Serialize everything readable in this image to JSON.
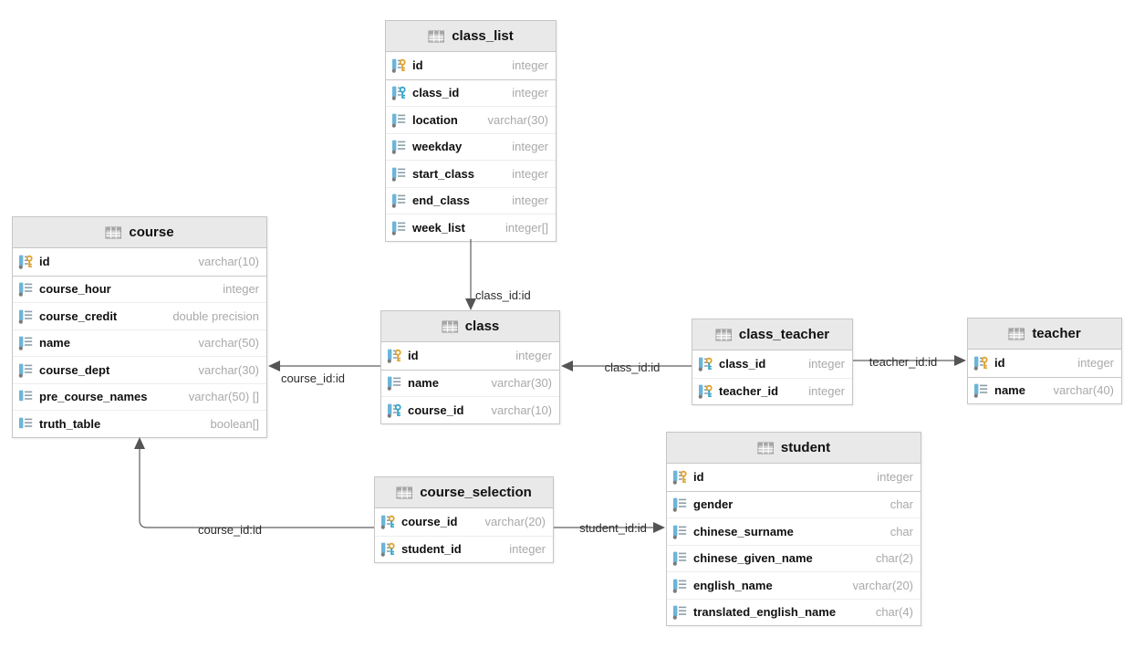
{
  "diagram": {
    "tables": [
      {
        "id": "class_list",
        "title": "class_list",
        "pk_rows": 1,
        "columns": [
          {
            "name": "id",
            "type": "integer",
            "key": "pk",
            "notnull": true
          },
          {
            "name": "class_id",
            "type": "integer",
            "key": "fk",
            "notnull": true
          },
          {
            "name": "location",
            "type": "varchar(30)",
            "key": "none",
            "notnull": true
          },
          {
            "name": "weekday",
            "type": "integer",
            "key": "none",
            "notnull": true
          },
          {
            "name": "start_class",
            "type": "integer",
            "key": "none",
            "notnull": true
          },
          {
            "name": "end_class",
            "type": "integer",
            "key": "none",
            "notnull": true
          },
          {
            "name": "week_list",
            "type": "integer[]",
            "key": "none",
            "notnull": true
          }
        ]
      },
      {
        "id": "course",
        "title": "course",
        "pk_rows": 1,
        "columns": [
          {
            "name": "id",
            "type": "varchar(10)",
            "key": "pk",
            "notnull": true
          },
          {
            "name": "course_hour",
            "type": "integer",
            "key": "none",
            "notnull": true
          },
          {
            "name": "course_credit",
            "type": "double precision",
            "key": "none",
            "notnull": true
          },
          {
            "name": "name",
            "type": "varchar(50)",
            "key": "none",
            "notnull": true
          },
          {
            "name": "course_dept",
            "type": "varchar(30)",
            "key": "none",
            "notnull": true
          },
          {
            "name": "pre_course_names",
            "type": "varchar(50) []",
            "key": "none",
            "notnull": false
          },
          {
            "name": "truth_table",
            "type": "boolean[]",
            "key": "none",
            "notnull": false
          }
        ]
      },
      {
        "id": "class",
        "title": "class",
        "pk_rows": 1,
        "columns": [
          {
            "name": "id",
            "type": "integer",
            "key": "pk",
            "notnull": true
          },
          {
            "name": "name",
            "type": "varchar(30)",
            "key": "none",
            "notnull": true
          },
          {
            "name": "course_id",
            "type": "varchar(10)",
            "key": "fk",
            "notnull": true
          }
        ]
      },
      {
        "id": "class_teacher",
        "title": "class_teacher",
        "pk_rows": 2,
        "columns": [
          {
            "name": "class_id",
            "type": "integer",
            "key": "pkfk",
            "notnull": true
          },
          {
            "name": "teacher_id",
            "type": "integer",
            "key": "pkfk",
            "notnull": true
          }
        ]
      },
      {
        "id": "teacher",
        "title": "teacher",
        "pk_rows": 1,
        "columns": [
          {
            "name": "id",
            "type": "integer",
            "key": "pk",
            "notnull": true
          },
          {
            "name": "name",
            "type": "varchar(40)",
            "key": "none",
            "notnull": true
          }
        ]
      },
      {
        "id": "course_selection",
        "title": "course_selection",
        "pk_rows": 2,
        "columns": [
          {
            "name": "course_id",
            "type": "varchar(20)",
            "key": "pkfk",
            "notnull": true
          },
          {
            "name": "student_id",
            "type": "integer",
            "key": "pkfk",
            "notnull": true
          }
        ]
      },
      {
        "id": "student",
        "title": "student",
        "pk_rows": 1,
        "columns": [
          {
            "name": "id",
            "type": "integer",
            "key": "pk",
            "notnull": true
          },
          {
            "name": "gender",
            "type": "char",
            "key": "none",
            "notnull": true
          },
          {
            "name": "chinese_surname",
            "type": "char",
            "key": "none",
            "notnull": true
          },
          {
            "name": "chinese_given_name",
            "type": "char(2)",
            "key": "none",
            "notnull": true
          },
          {
            "name": "english_name",
            "type": "varchar(20)",
            "key": "none",
            "notnull": true
          },
          {
            "name": "translated_english_name",
            "type": "char(4)",
            "key": "none",
            "notnull": true
          }
        ]
      }
    ],
    "relations": [
      {
        "label": "class_id:id",
        "from": "class_list.class_id",
        "to": "class.id"
      },
      {
        "label": "course_id:id",
        "from": "class.course_id",
        "to": "course.id"
      },
      {
        "label": "class_id:id",
        "from": "class_teacher.class_id",
        "to": "class.id"
      },
      {
        "label": "teacher_id:id",
        "from": "class_teacher.teacher_id",
        "to": "teacher.id"
      },
      {
        "label": "course_id:id",
        "from": "course_selection.course_id",
        "to": "course.id"
      },
      {
        "label": "student_id:id",
        "from": "course_selection.student_id",
        "to": "student.id"
      }
    ],
    "colors": {
      "header_bg": "#e9e9e9",
      "table_border": "#c6c6c6",
      "type_text": "#a9a9a9",
      "relation_line": "#5f5f5f",
      "pk_key": "#dfa32e",
      "fk_key": "#33a5c9",
      "column_bar": "#6cb5d9"
    },
    "icons": {
      "table_header": "table-grid-icon",
      "primary_key": "gold-key-icon",
      "foreign_key": "blue-key-icon",
      "primary_foreign_key": "gold-blue-key-icon",
      "column": "column-icon",
      "not_null": "not-null-dot"
    }
  }
}
